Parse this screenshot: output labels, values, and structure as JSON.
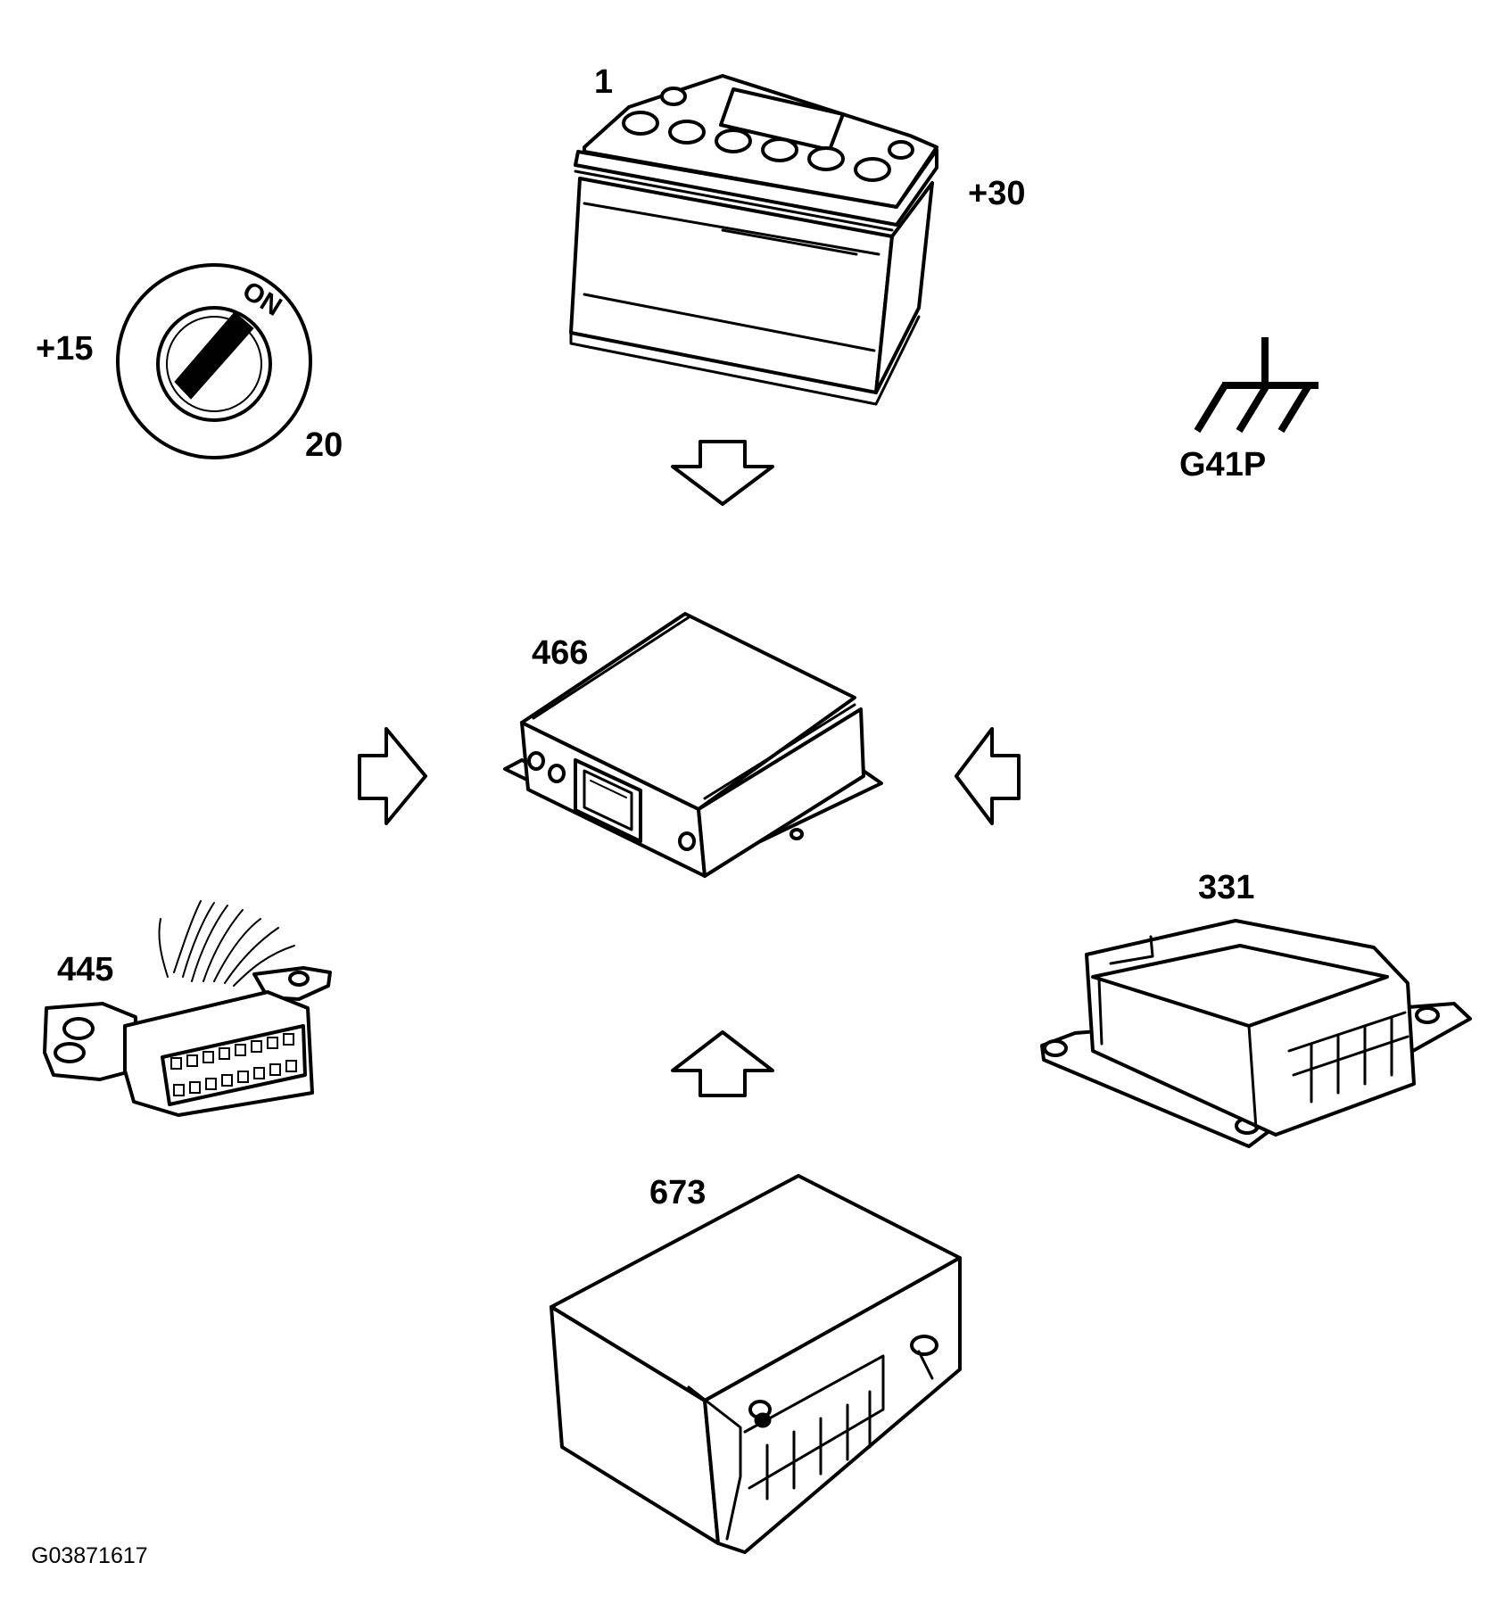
{
  "labels": {
    "battery_number": "1",
    "battery_terminal": "+30",
    "ignition_terminal": "+15",
    "ignition_number": "20",
    "ignition_on_text": "ON",
    "ground_point": "G41P",
    "control_module_center": "466",
    "data_link_connector": "445",
    "module_right": "331",
    "module_bottom": "673",
    "figure_code": "G03871617"
  }
}
